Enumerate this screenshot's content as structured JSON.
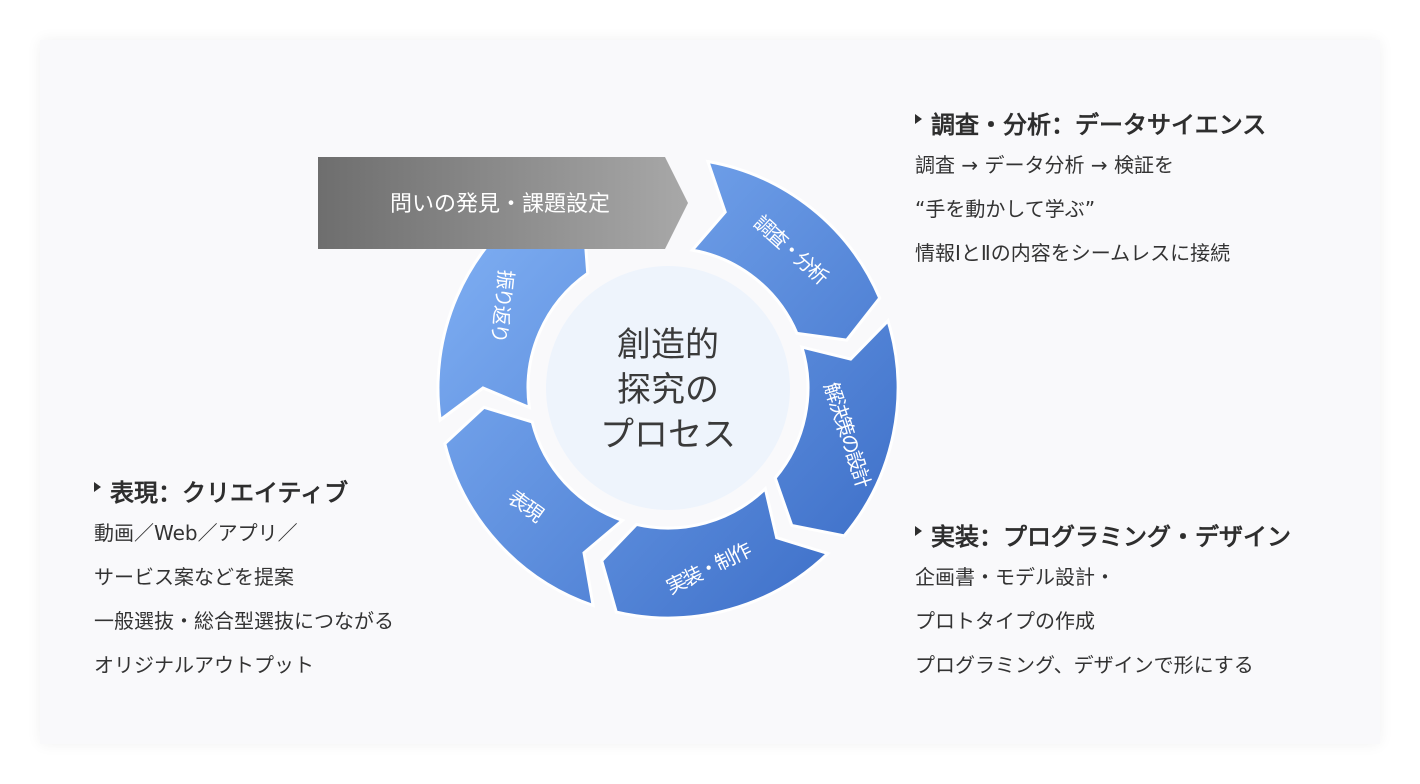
{
  "diagram": {
    "banner_label": "問いの発見・課題設定",
    "center_lines": [
      "創造的",
      "探究の",
      "プロセス"
    ],
    "segments": [
      {
        "label": "調査・分析"
      },
      {
        "label": "解決策の設計"
      },
      {
        "label": "実装・制作"
      },
      {
        "label": "表現"
      },
      {
        "label": "振り返り"
      }
    ],
    "colors": {
      "segment_light": "#74a3ec",
      "segment_dark": "#3f73cc",
      "banner_left": "#707070",
      "banner_right": "#a4a4a4",
      "center_fill": "#eef4fc"
    }
  },
  "blocks": {
    "analysis": {
      "title": "調査・分析：データサイエンス",
      "lines": [
        "調査 → データ分析 → 検証を",
        "“手を動かして学ぶ”",
        "情報ⅠとⅡの内容をシームレスに接続"
      ]
    },
    "implementation": {
      "title": "実装：プログラミング・デザイン",
      "lines": [
        "企画書・モデル設計・",
        "プロトタイプの作成",
        "プログラミング、デザインで形にする"
      ]
    },
    "expression": {
      "title": "表現：クリエイティブ",
      "lines": [
        "動画／Web／アプリ／",
        "サービス案などを提案",
        "一般選抜・総合型選抜につながる",
        "オリジナルアウトプット"
      ]
    }
  }
}
